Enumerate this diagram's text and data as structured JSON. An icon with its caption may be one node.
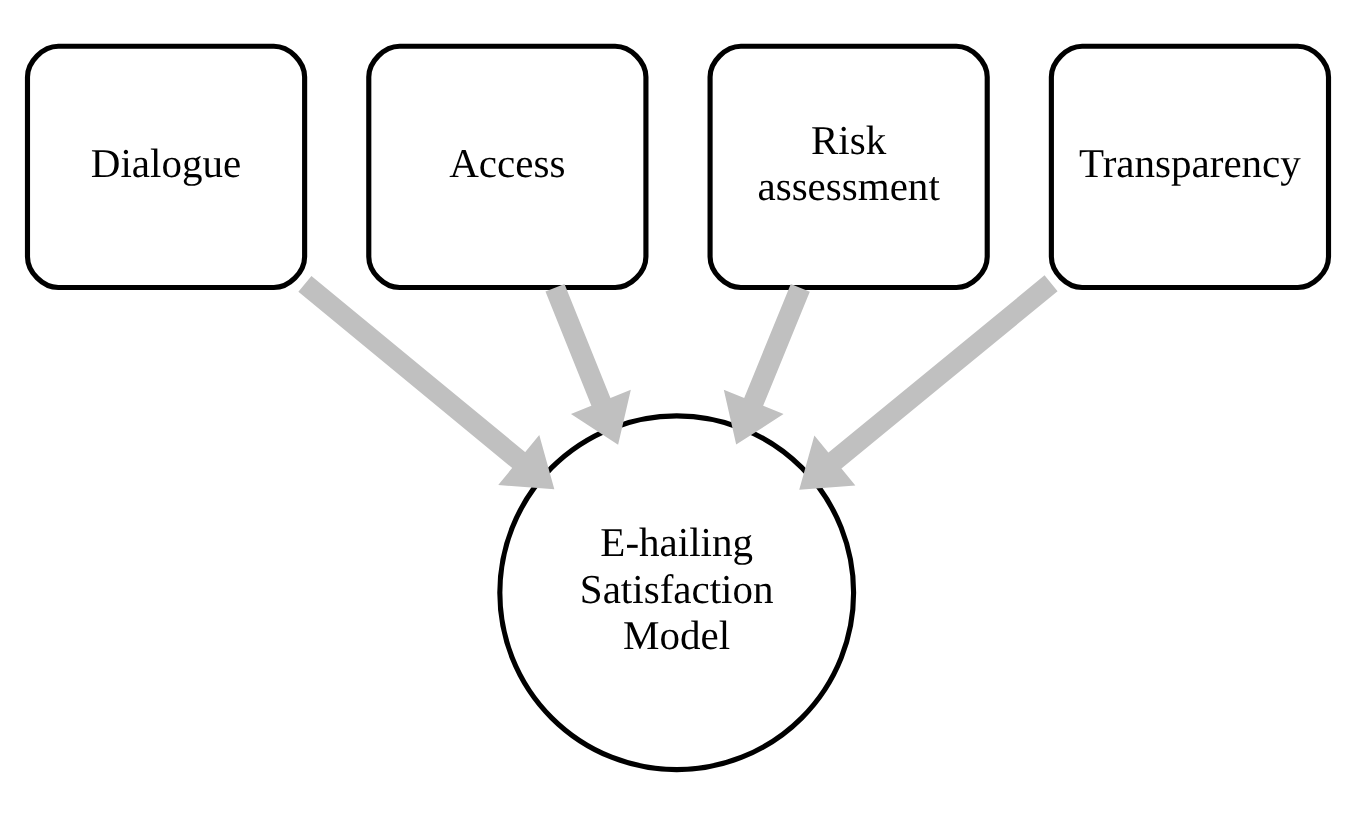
{
  "diagram": {
    "nodes": [
      {
        "text": [
          "Dialogue"
        ]
      },
      {
        "text": [
          "Access"
        ]
      },
      {
        "text": [
          "Risk assessment"
        ]
      },
      {
        "text": [
          "Transparency"
        ]
      },
      {
        "text": [
          "E-hailing Satisfaction Model"
        ]
      }
    ],
    "edges": [
      {
        "from": 0,
        "to": 4,
        "arrow": "to"
      },
      {
        "from": 1,
        "to": 4,
        "arrow": "to"
      },
      {
        "from": 2,
        "to": 4,
        "arrow": "to"
      },
      {
        "from": 3,
        "to": 4,
        "arrow": "to"
      }
    ]
  }
}
